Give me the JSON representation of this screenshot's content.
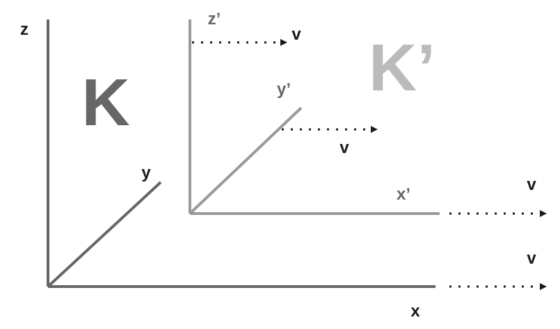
{
  "frame_K": {
    "name": "K",
    "axes": {
      "x": "x",
      "y": "y",
      "z": "z"
    },
    "color": "#666666",
    "label_color": "#1a1a1a"
  },
  "frame_K_prime": {
    "name": "K’",
    "axes": {
      "x": "x’",
      "y": "y’",
      "z": "z’"
    },
    "color": "#999999",
    "name_color": "#bbbbbb",
    "label_color": "#666666"
  },
  "velocity": {
    "label": "v",
    "color": "#1a1a1a"
  }
}
